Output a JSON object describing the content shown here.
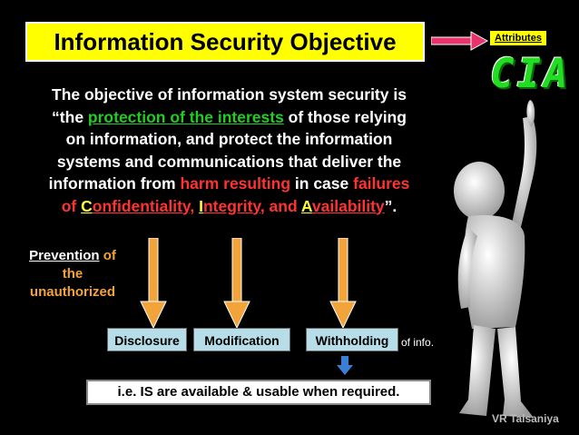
{
  "title": "Information Security Objective",
  "attributes_label": "Attributes",
  "cia_label": "CIA",
  "paragraph": {
    "line1": "The objective of information system security is",
    "line2_a": "“the ",
    "line2_b": "protection of the interests",
    "line2_c": " of those relying",
    "line3": "on information, and protect the information",
    "line4": "systems and communications that deliver the",
    "line5_a": "information from ",
    "line5_b": "harm resulting",
    "line5_c": "  in case ",
    "line5_d": "failures",
    "line6_a": "of ",
    "line6_b": "C",
    "line6_c": "onfidentiality",
    "line6_d": ", ",
    "line6_e": "I",
    "line6_f": "ntegrity",
    "line6_g": ", and ",
    "line6_h": "A",
    "line6_i": "vailability",
    "line6_j": "”."
  },
  "prevention": {
    "word": "Prevention",
    "of": " of",
    "the": "the",
    "unauthorized": "unauthorized"
  },
  "boxes": [
    "Disclosure",
    "Modification",
    "Withholding"
  ],
  "of_info": "of info.",
  "result": "i.e. IS are available & usable when required.",
  "credit": "VR Talsaniya",
  "colors": {
    "title_bg": "#ffff00",
    "orange_arrow": "#f2a33a",
    "pink_arrow": "#e8336b",
    "box_bg": "#b7dde8",
    "green": "#22cc22",
    "red": "#ff3333",
    "blue_arrow": "#3a7fd5"
  }
}
